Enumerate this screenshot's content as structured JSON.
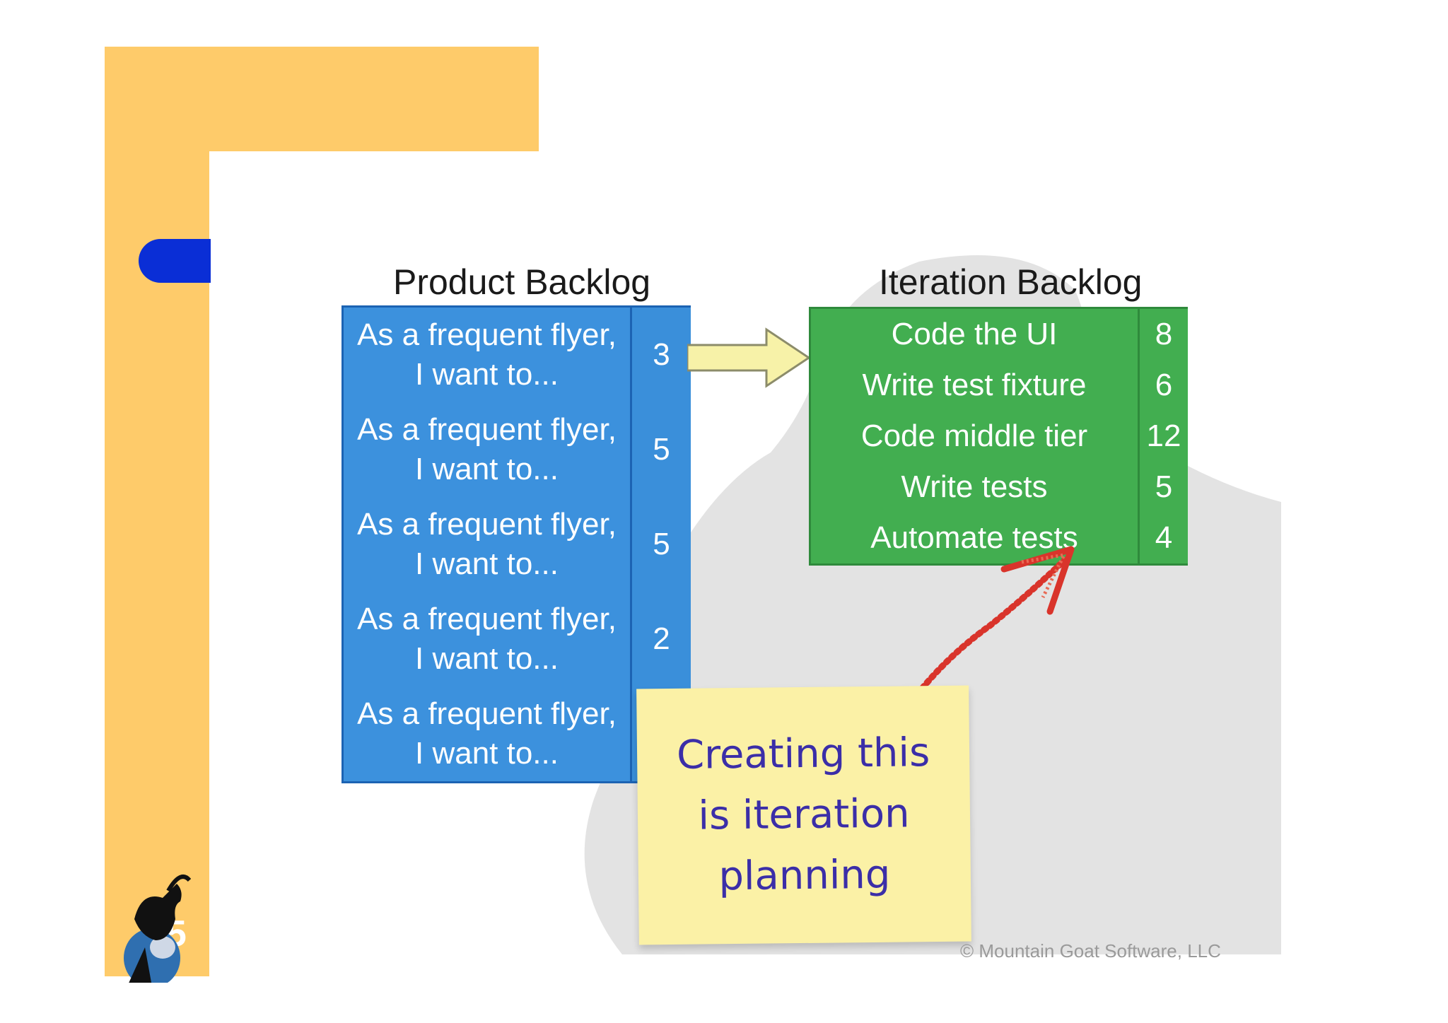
{
  "slide": {
    "number": "45",
    "colors": {
      "gold": "#FECB6A",
      "blue_tab": "#0A2ED6",
      "product_blue": "#3c91dd",
      "iteration_green": "#42ae50",
      "sticky_yellow": "#FBF1A6",
      "handwriting_blue": "#3b2ea8",
      "scribble_red": "#d9342b"
    }
  },
  "diagram": {
    "product_backlog": {
      "title": "Product Backlog",
      "items": [
        {
          "story_line1": "As a frequent flyer,",
          "story_line2": "I want to...",
          "points": "3"
        },
        {
          "story_line1": "As a frequent flyer,",
          "story_line2": "I want to...",
          "points": "5"
        },
        {
          "story_line1": "As a frequent flyer,",
          "story_line2": "I want to...",
          "points": "5"
        },
        {
          "story_line1": "As a frequent flyer,",
          "story_line2": "I want to...",
          "points": "2"
        },
        {
          "story_line1": "As a frequent flyer,",
          "story_line2": "I want to...",
          "points": ""
        }
      ]
    },
    "iteration_backlog": {
      "title": "Iteration Backlog",
      "tasks": [
        {
          "task": "Code the UI",
          "hours": "8"
        },
        {
          "task": "Write test fixture",
          "hours": "6"
        },
        {
          "task": "Code middle tier",
          "hours": "12"
        },
        {
          "task": "Write tests",
          "hours": "5"
        },
        {
          "task": "Automate tests",
          "hours": "4"
        }
      ]
    },
    "sticky_note": {
      "line1": "Creating this",
      "line2": "is iteration",
      "line3": "planning"
    },
    "copyright": "© Mountain Goat Software, LLC",
    "icons": [
      "transfer-arrow-icon",
      "goat-logo-icon",
      "scribble-arrow-icon"
    ]
  }
}
